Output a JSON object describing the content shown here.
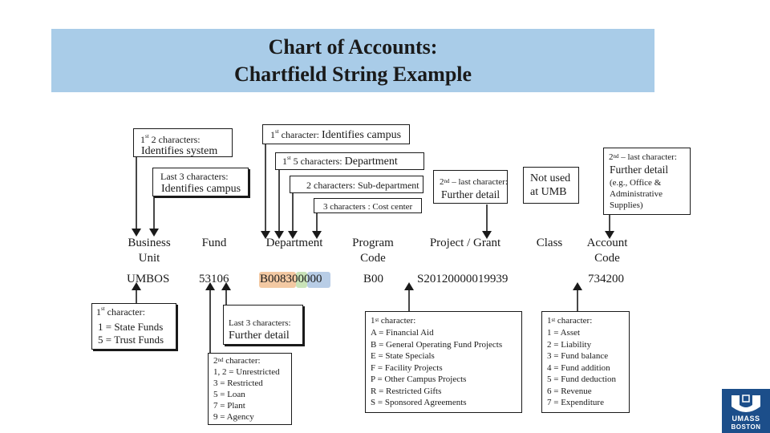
{
  "title": {
    "line1": "Chart of Accounts:",
    "line2": "Chartfield String Example"
  },
  "top_callouts": {
    "campus_id": {
      "sup": "st",
      "num": "1",
      "label": " character: ",
      "desc": "Identifies campus"
    },
    "system_id": {
      "num": "1",
      "sup": "st",
      "label": " 2 characters:",
      "desc": "Identifies system"
    },
    "dept_1st5": {
      "num": "1",
      "sup": "st",
      "label": " 5 characters: ",
      "desc": "Department"
    },
    "last3_campus": {
      "label": "Last 3 characters:",
      "desc": "Identifies campus"
    },
    "sub_dept": {
      "label": "2 characters: Sub-department"
    },
    "cost_center": {
      "label": "3 characters : Cost center"
    },
    "project_detail": {
      "num": "2",
      "sup": "nd",
      "label": " – last character:",
      "desc": "Further detail"
    },
    "class_note": {
      "line1": "Not used",
      "line2": "at UMB"
    },
    "account_detail": {
      "num": "2",
      "sup": "nd",
      "label": " – last character:",
      "desc": "Further detail",
      "l2": "(e.g., Office &",
      "l3": "Administrative",
      "l4": "Supplies)"
    }
  },
  "columns": [
    {
      "line1": "Business",
      "line2": "Unit",
      "value": "UMBOS"
    },
    {
      "line1": "Fund",
      "line2": "",
      "value": "53106"
    },
    {
      "line1": "Department",
      "line2": "",
      "value": "B008300000"
    },
    {
      "line1": "Program",
      "line2": "Code",
      "value": "B00"
    },
    {
      "line1": "Project / Grant",
      "line2": "",
      "value": "S20120000019939"
    },
    {
      "line1": "Class",
      "line2": "",
      "value": ""
    },
    {
      "line1": "Account",
      "line2": "Code",
      "value": "734200"
    }
  ],
  "bottom_callouts": {
    "bu": {
      "num": "1",
      "sup": "st",
      "label": " character:",
      "items": [
        "1 = State Funds",
        "5 = Trust Funds"
      ]
    },
    "fund_last3": {
      "label": "Last 3 characters:",
      "desc": "Further detail"
    },
    "fund_2nd": {
      "num": "2",
      "sup": "nd",
      "label": " character:",
      "items": [
        "1, 2 = Unrestricted",
        "3 = Restricted",
        "5 = Loan",
        "7 = Plant",
        "9 = Agency"
      ]
    },
    "project": {
      "num": "1",
      "sup": "st",
      "label": " character:",
      "items": [
        "A = Financial Aid",
        "B = General Operating Fund Projects",
        "E = State Specials",
        "F = Facility Projects",
        "P = Other Campus Projects",
        "R = Restricted Gifts",
        "S = Sponsored Agreements"
      ]
    },
    "account": {
      "num": "1",
      "sup": "st",
      "label": " character:",
      "items": [
        "1 = Asset",
        "2 = Liability",
        "3 = Fund balance",
        "4 = Fund addition",
        "5 = Fund deduction",
        "6 = Revenue",
        "7 = Expenditure"
      ]
    }
  },
  "logo": {
    "line1": "UMASS",
    "line2": "BOSTON"
  },
  "colors": {
    "title_band": "#a9cce8",
    "highlight_1": "#f3c9a3",
    "highlight_2": "#c9e3b8",
    "highlight_3": "#b8cde6",
    "logo": "#1c4e8a"
  }
}
